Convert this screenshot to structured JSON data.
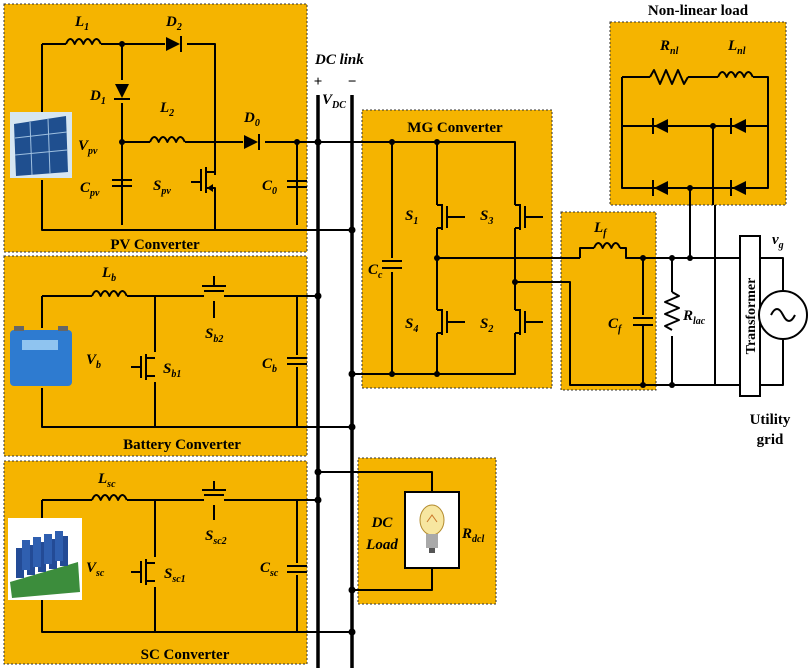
{
  "blocks": {
    "pv": "PV Converter",
    "battery": "Battery Converter",
    "sc": "SC Converter",
    "mg": "MG Converter",
    "nonlinear": "Non-linear load",
    "dcload_1": "DC",
    "dcload_2": "Load",
    "transformer": "Transformer",
    "grid_1": "Utility",
    "grid_2": "grid"
  },
  "dclink": {
    "title": "DC link",
    "plus": "+",
    "minus": "−",
    "v": "V",
    "v_sub": "DC"
  },
  "labels": {
    "L1": {
      "m": "L",
      "s": "1"
    },
    "D2": {
      "m": "D",
      "s": "2"
    },
    "D1": {
      "m": "D",
      "s": "1"
    },
    "L2": {
      "m": "L",
      "s": "2"
    },
    "D0": {
      "m": "D",
      "s": "0"
    },
    "Vpv": {
      "m": "V",
      "s": "pv"
    },
    "Cpv": {
      "m": "C",
      "s": "pv"
    },
    "Spv": {
      "m": "S",
      "s": "pv"
    },
    "C0": {
      "m": "C",
      "s": "0"
    },
    "Lb": {
      "m": "L",
      "s": "b"
    },
    "Vb": {
      "m": "V",
      "s": "b"
    },
    "Sb1": {
      "m": "S",
      "s": "b1"
    },
    "Sb2": {
      "m": "S",
      "s": "b2"
    },
    "Cb": {
      "m": "C",
      "s": "b"
    },
    "Lsc": {
      "m": "L",
      "s": "sc"
    },
    "Vsc": {
      "m": "V",
      "s": "sc"
    },
    "Ssc1": {
      "m": "S",
      "s": "sc1"
    },
    "Ssc2": {
      "m": "S",
      "s": "sc2"
    },
    "Csc": {
      "m": "C",
      "s": "sc"
    },
    "S1": {
      "m": "S",
      "s": "1"
    },
    "S3": {
      "m": "S",
      "s": "3"
    },
    "S4": {
      "m": "S",
      "s": "4"
    },
    "S2": {
      "m": "S",
      "s": "2"
    },
    "Cc": {
      "m": "C",
      "s": "c"
    },
    "Lf": {
      "m": "L",
      "s": "f"
    },
    "Cf": {
      "m": "C",
      "s": "f"
    },
    "Rlac": {
      "m": "R",
      "s": "lac"
    },
    "Rnl": {
      "m": "R",
      "s": "nl"
    },
    "Lnl": {
      "m": "L",
      "s": "nl"
    },
    "Rdcl": {
      "m": "R",
      "s": "dcl"
    },
    "vg": {
      "m": "v",
      "s": "g"
    }
  }
}
